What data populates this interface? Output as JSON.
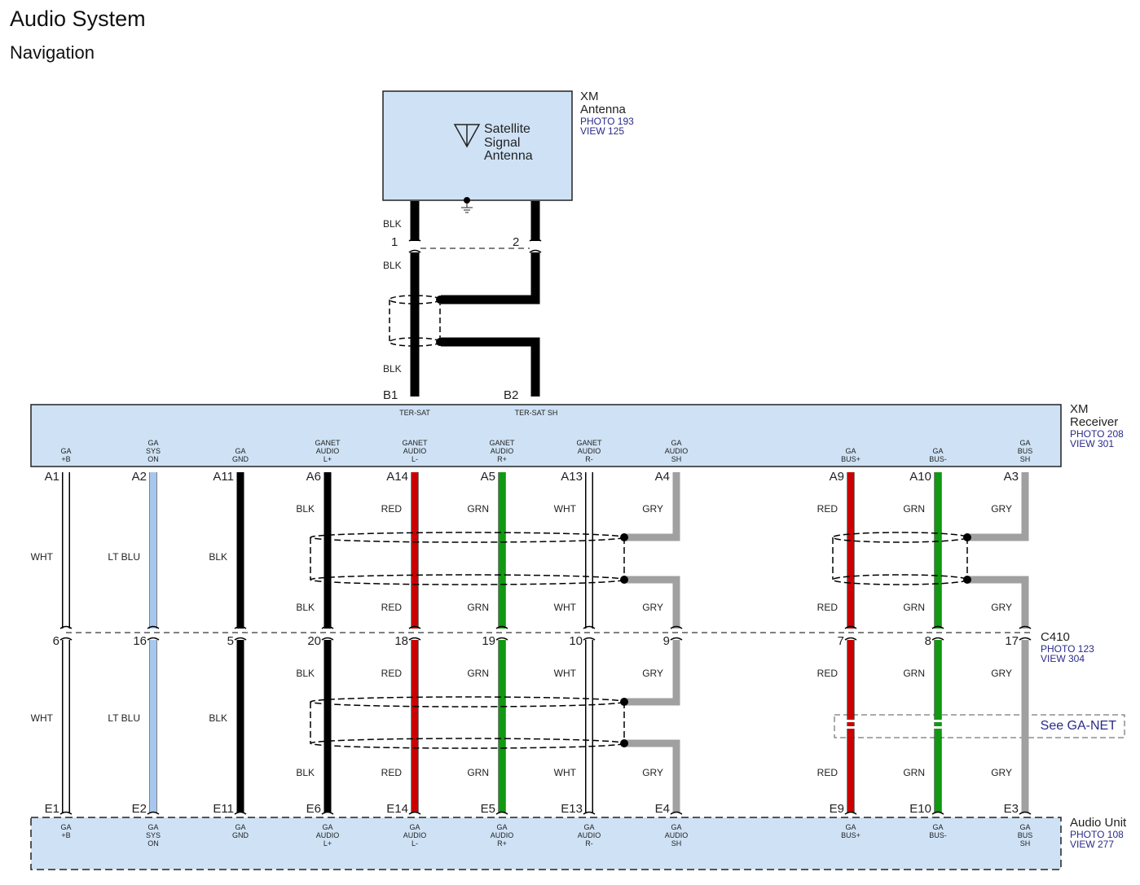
{
  "page": {
    "title": "Audio System",
    "subtitle": "Navigation"
  },
  "antenna": {
    "name_line1": "XM",
    "name_line2": "Antenna",
    "photo": "PHOTO 193",
    "view": "VIEW 125",
    "label_lines": [
      "Satellite",
      "Signal",
      "Antenna"
    ],
    "wire_color_top": "BLK",
    "wire_color_mid": "BLK",
    "wire_color_bot": "BLK",
    "pin_left": "1",
    "pin_right": "2"
  },
  "receiver": {
    "name_line1": "XM",
    "name_line2": "Receiver",
    "photo": "PHOTO 208",
    "view": "VIEW 301",
    "pins_top": [
      {
        "pin": "B1",
        "label": "TER-SAT"
      },
      {
        "pin": "B2",
        "label": "TER-SAT SH"
      }
    ]
  },
  "connector": {
    "name": "C410",
    "photo": "PHOTO 123",
    "view": "VIEW 304"
  },
  "audio_unit": {
    "name": "Audio Unit",
    "photo": "PHOTO 108",
    "view": "VIEW 277"
  },
  "see_ref": "See GA-NET",
  "colors": {
    "box_fill": "#cfe2f5",
    "WHT": "#ffffff",
    "LT BLU": "#a7c8ee",
    "BLK": "#000000",
    "RED": "#cc0000",
    "GRN": "#119911",
    "GRY": "#a0a0a0"
  },
  "wires": [
    {
      "id": "w1",
      "recv_label": [
        "GA",
        "+B"
      ],
      "unit_label": [
        "GA",
        "+B"
      ],
      "recv_pin": "A1",
      "conn_pin": "6",
      "unit_pin": "E1",
      "color": "WHT",
      "top_label": "",
      "mid_label": "WHT",
      "bot_label": "",
      "top_label2": "",
      "mid_label2": "WHT",
      "bot_label2": ""
    },
    {
      "id": "w2",
      "recv_label": [
        "GA",
        "SYS",
        "ON"
      ],
      "unit_label": [
        "GA",
        "SYS",
        "ON"
      ],
      "recv_pin": "A2",
      "conn_pin": "16",
      "unit_pin": "E2",
      "color": "LT BLU",
      "top_label": "",
      "mid_label": "LT BLU",
      "bot_label": "",
      "top_label2": "",
      "mid_label2": "LT BLU",
      "bot_label2": ""
    },
    {
      "id": "w3",
      "recv_label": [
        "GA",
        "GND"
      ],
      "unit_label": [
        "GA",
        "GND"
      ],
      "recv_pin": "A11",
      "conn_pin": "5",
      "unit_pin": "E11",
      "color": "BLK",
      "top_label": "",
      "mid_label": "BLK",
      "bot_label": "",
      "top_label2": "",
      "mid_label2": "BLK",
      "bot_label2": ""
    },
    {
      "id": "w4",
      "recv_label": [
        "GANET",
        "AUDIO",
        "L+"
      ],
      "unit_label": [
        "GA",
        "AUDIO",
        "L+"
      ],
      "recv_pin": "A6",
      "conn_pin": "20",
      "unit_pin": "E6",
      "color": "BLK",
      "top_label": "BLK",
      "mid_label": "",
      "bot_label": "BLK",
      "top_label2": "BLK",
      "mid_label2": "",
      "bot_label2": "BLK"
    },
    {
      "id": "w5",
      "recv_label": [
        "GANET",
        "AUDIO",
        "L-"
      ],
      "unit_label": [
        "GA",
        "AUDIO",
        "L-"
      ],
      "recv_pin": "A14",
      "conn_pin": "18",
      "unit_pin": "E14",
      "color": "RED",
      "top_label": "RED",
      "mid_label": "",
      "bot_label": "RED",
      "top_label2": "RED",
      "mid_label2": "",
      "bot_label2": "RED"
    },
    {
      "id": "w6",
      "recv_label": [
        "GANET",
        "AUDIO",
        "R+"
      ],
      "unit_label": [
        "GA",
        "AUDIO",
        "R+"
      ],
      "recv_pin": "A5",
      "conn_pin": "19",
      "unit_pin": "E5",
      "color": "GRN",
      "top_label": "GRN",
      "mid_label": "",
      "bot_label": "GRN",
      "top_label2": "GRN",
      "mid_label2": "",
      "bot_label2": "GRN"
    },
    {
      "id": "w7",
      "recv_label": [
        "GANET",
        "AUDIO",
        "R-"
      ],
      "unit_label": [
        "GA",
        "AUDIO",
        "R-"
      ],
      "recv_pin": "A13",
      "conn_pin": "10",
      "unit_pin": "E13",
      "color": "WHT",
      "top_label": "WHT",
      "mid_label": "",
      "bot_label": "WHT",
      "top_label2": "WHT",
      "mid_label2": "",
      "bot_label2": "WHT"
    },
    {
      "id": "w8",
      "recv_label": [
        "GA",
        "AUDIO",
        "SH"
      ],
      "unit_label": [
        "GA",
        "AUDIO",
        "SH"
      ],
      "recv_pin": "A4",
      "conn_pin": "9",
      "unit_pin": "E4",
      "color": "GRY",
      "top_label": "GRY",
      "mid_label": "",
      "bot_label": "GRY",
      "top_label2": "GRY",
      "mid_label2": "",
      "bot_label2": "GRY"
    },
    {
      "id": "w9",
      "recv_label": [
        "GA",
        "BUS+"
      ],
      "unit_label": [
        "GA",
        "BUS+"
      ],
      "recv_pin": "A9",
      "conn_pin": "7",
      "unit_pin": "E9",
      "color": "RED",
      "top_label": "RED",
      "mid_label": "",
      "bot_label": "RED",
      "top_label2": "RED",
      "mid_label2": "",
      "bot_label2": "RED"
    },
    {
      "id": "w10",
      "recv_label": [
        "GA",
        "BUS-"
      ],
      "unit_label": [
        "GA",
        "BUS-"
      ],
      "recv_pin": "A10",
      "conn_pin": "8",
      "unit_pin": "E10",
      "color": "GRN",
      "top_label": "GRN",
      "mid_label": "",
      "bot_label": "GRN",
      "top_label2": "GRN",
      "mid_label2": "",
      "bot_label2": "GRN"
    },
    {
      "id": "w11",
      "recv_label": [
        "GA",
        "BUS",
        "SH"
      ],
      "unit_label": [
        "GA",
        "BUS",
        "SH"
      ],
      "recv_pin": "A3",
      "conn_pin": "17",
      "unit_pin": "E3",
      "color": "GRY",
      "top_label": "GRY",
      "mid_label": "",
      "bot_label": "GRY",
      "top_label2": "GRY",
      "mid_label2": "",
      "bot_label2": "GRY"
    }
  ]
}
